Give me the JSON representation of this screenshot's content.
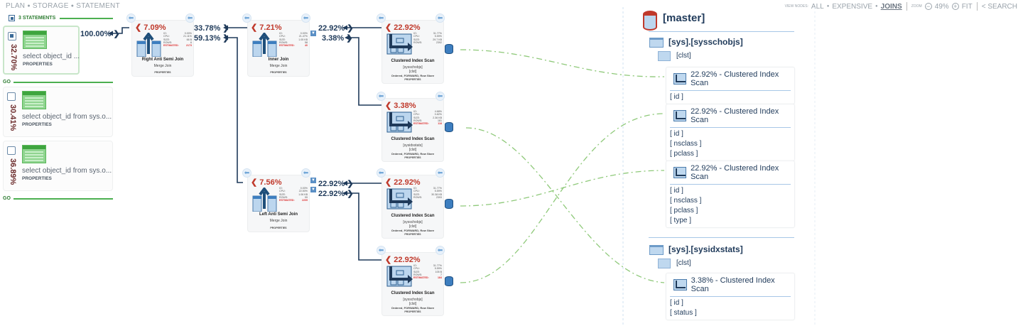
{
  "topnav": {
    "items": [
      "PLAN",
      "STORAGE",
      "STATEMENT"
    ]
  },
  "viewbar": {
    "view_nodes_label": "VIEW NODES:",
    "all": "ALL",
    "expensive": "EXPENSIVE",
    "joins": "JOINS",
    "zoom_label": "ZOOM",
    "zoom_out": "−",
    "zoom_value": "49%",
    "zoom_in": "+",
    "fit": "FIT",
    "search": "< SEARCH"
  },
  "statements": {
    "header": "3 STATEMENTS",
    "go_label": "GO",
    "items": [
      {
        "percent": "32.70%",
        "query": "select object_id ...",
        "properties": "PROPERTIES",
        "selected": true
      },
      {
        "percent": "30.41%",
        "query": "select object_id from sys.o...",
        "properties": "PROPERTIES",
        "selected": false
      },
      {
        "percent": "36.89%",
        "query": "select object_id from sys.o...",
        "properties": "PROPERTIES",
        "selected": false
      }
    ]
  },
  "nodes": [
    {
      "percent": "7.09%",
      "title": "Right Anti Semi Join",
      "sub": [
        "Merge Join"
      ],
      "io": "0.00%",
      "cpu": "21.11%",
      "size": "66 B",
      "rows": "6",
      "estimated": "2173",
      "type": "join"
    },
    {
      "percent": "7.21%",
      "title": "Inner Join",
      "sub": [
        "Merge Join"
      ],
      "io": "0.00%",
      "cpu": "21.47%",
      "size": "1.05 KB",
      "rows": "58",
      "estimated": "40",
      "type": "join"
    },
    {
      "percent": "22.92%",
      "title": "Clustered Index Scan",
      "sub": [
        "[sysschobjs]",
        "[clst]",
        "Ordered, FORWARD, Row Store"
      ],
      "io": "31.77%",
      "cpu": "5.59%",
      "size": "29.7 KB",
      "rows": "2392",
      "estimated": null,
      "type": "scan"
    },
    {
      "percent": "3.38%",
      "title": "Clustered Index Scan",
      "sub": [
        "[sysidxstats]",
        "[clst]",
        "Ordered, FORWARD, Row Store"
      ],
      "io": "4.68%",
      "cpu": "0.82%",
      "size": "2.36 KB",
      "rows": "161",
      "estimated": "118",
      "type": "scan"
    },
    {
      "percent": "7.56%",
      "title": "Left Anti Semi Join",
      "sub": [
        "Merge Join"
      ],
      "io": "0.00%",
      "cpu": "22.50%",
      "size": "1.06 KB",
      "rows": "99",
      "estimated": "2209",
      "type": "join"
    },
    {
      "percent": "22.92%",
      "title": "Clustered Index Scan",
      "sub": [
        "[sysschobjs]",
        "[clst]",
        "Ordered, FORWARD, Row Store"
      ],
      "io": "31.77%",
      "cpu": "5.59%",
      "size": "30.38 KB",
      "rows": "2393",
      "estimated": null,
      "type": "scan"
    },
    {
      "percent": "22.92%",
      "title": "Clustered Index Scan",
      "sub": [
        "[sysschobjs]",
        "[clst]",
        "Ordered, FORWARD, Row Store"
      ],
      "io": "31.77%",
      "cpu": "5.59%",
      "size": "105 B",
      "rows": "7",
      "estimated": "184",
      "type": "scan"
    }
  ],
  "node_labels": {
    "io": "IO:",
    "cpu": "CPU:",
    "size": "SIZE:",
    "rows": "ROWS:",
    "estimated": "ESTIMATED:",
    "properties": "PROPERTIES"
  },
  "edges": [
    "100.00%",
    "33.78%",
    "59.13%",
    "22.92%",
    "3.38%",
    "22.92%",
    "22.92%"
  ],
  "storage": {
    "database": "[master]",
    "tables": [
      {
        "name": "[sys].[sysschobjs]",
        "index": "[clst]",
        "scans": [
          {
            "label": "22.92% - Clustered Index Scan",
            "columns": [
              "[ id ]"
            ]
          },
          {
            "label": "22.92% - Clustered Index Scan",
            "columns": [
              "[ id ]",
              "[ nsclass ]",
              "[ pclass ]"
            ]
          },
          {
            "label": "22.92% - Clustered Index Scan",
            "columns": [
              "[ id ]",
              "[ nsclass ]",
              "[ pclass ]",
              "[ type ]"
            ]
          }
        ]
      },
      {
        "name": "[sys].[sysidxstats]",
        "index": "[clst]",
        "scans": [
          {
            "label": "3.38% - Clustered Index Scan",
            "columns": [
              "[ id ]",
              "[ status ]"
            ]
          }
        ]
      }
    ]
  }
}
